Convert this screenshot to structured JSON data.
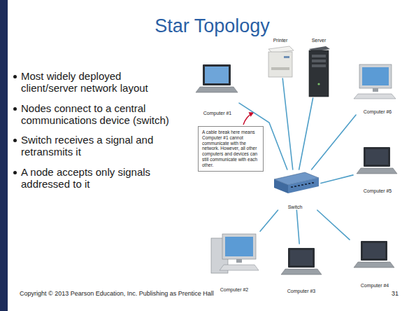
{
  "diagram": {
    "title": "Star Topology",
    "nodes": [
      {
        "text": [
          "Printer"
        ]
      },
      {
        "text": [
          "Server"
        ]
      },
      {
        "text": [
          "Computer #1"
        ]
      },
      {
        "text": [
          "Computer #6"
        ]
      },
      {
        "text": [
          "A cable break here means Computer #1 cannot communicate with the network. However, all other computers and devices can still communicate with each other."
        ]
      },
      {
        "text": [
          "Switch"
        ]
      },
      {
        "text": [
          "Computer #5"
        ]
      },
      {
        "text": [
          "Computer #2"
        ]
      },
      {
        "text": [
          "Computer #3"
        ]
      },
      {
        "text": [
          "Computer #4"
        ]
      }
    ],
    "edges": [
      {
        "from": 5,
        "to": 0,
        "arrow": "none"
      },
      {
        "from": 5,
        "to": 1,
        "arrow": "none"
      },
      {
        "from": 5,
        "to": 2,
        "arrow": "none"
      },
      {
        "from": 5,
        "to": 3,
        "arrow": "none"
      },
      {
        "from": 5,
        "to": 6,
        "arrow": "none"
      },
      {
        "from": 5,
        "to": 7,
        "arrow": "none"
      },
      {
        "from": 5,
        "to": 8,
        "arrow": "none"
      },
      {
        "from": 5,
        "to": 9,
        "arrow": "none"
      }
    ],
    "labels": [
      "Most widely deployed client/server network layout",
      "Nodes connect to a central communications device (switch)",
      "Switch receives a signal and retransmits it",
      "A node accepts only signals addressed to it",
      "Copyright © 2013 Pearson Education, Inc. Publishing as Prentice Hall",
      "31"
    ]
  }
}
